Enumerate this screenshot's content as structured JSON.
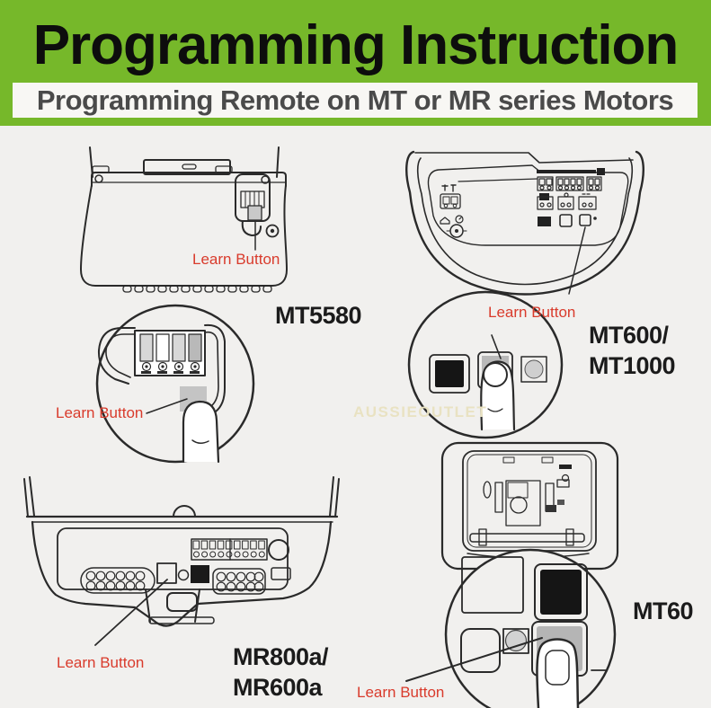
{
  "header": {
    "title": "Programming Instruction",
    "subtitle": "Programming Remote on MT or MR series Motors"
  },
  "labels": {
    "learn_button": "Learn Button"
  },
  "diagrams": {
    "mt5580": {
      "model": "MT5580",
      "learn_button": "Learn Button"
    },
    "mt600": {
      "model_line1": "MT600/",
      "model_line2": "MT1000",
      "learn_button": "Learn Button"
    },
    "mr800a": {
      "model_line1": "MR800a/",
      "model_line2": "MR600a",
      "learn_button": "Learn Button"
    },
    "mt60": {
      "model": "MT60",
      "learn_button": "Learn Button"
    }
  },
  "watermark": "AUSSIEOUTLET",
  "colors": {
    "brand_green": "#76b82a",
    "label_red": "#d93b2c",
    "title_black": "#0d0d0d",
    "subtitle_gray": "#4a4a4a",
    "subtitle_bar_bg": "#f8f7f4",
    "canvas_bg": "#f1f0ee",
    "line_dark": "#2a2a2a"
  }
}
